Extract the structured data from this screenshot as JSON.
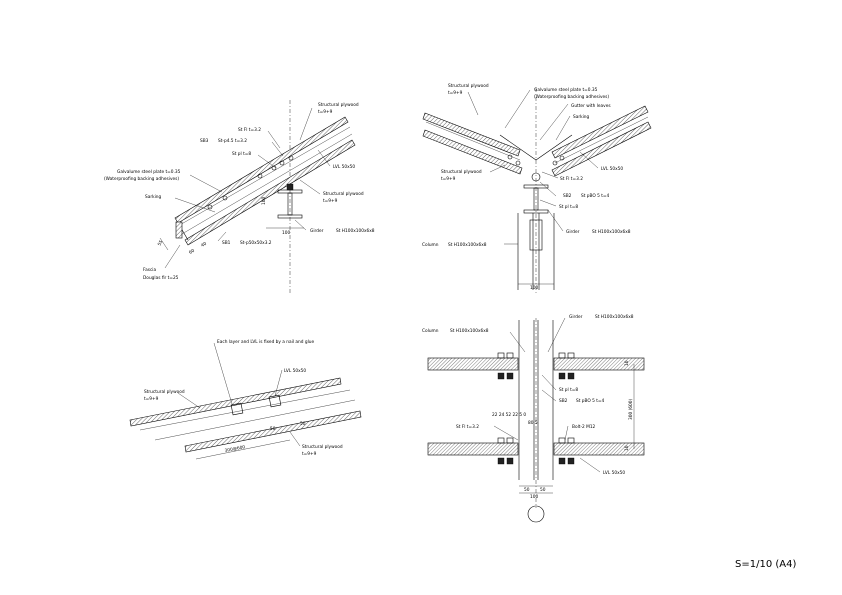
{
  "scale_note": "S=1/10 (A4)",
  "detail_a": {
    "labels": {
      "structural_plywood_top": "Structural plywood",
      "structural_plywood_top_t": "t=9+9",
      "sb3": "SB3",
      "sb3_spec": "St-p4.5 t=3.2",
      "st_fl": "St Fl t=3.2",
      "st_pl": "St pl t=8",
      "lvl": "LVL 50x50",
      "galvalume": "Galvalume steel plate t=0.35",
      "waterproof": "(Waterproofing backing adhesives)",
      "sarking": "Sarking",
      "structural_plywood_bottom": "Structural plywood",
      "structural_plywood_bottom_t": "t=9+9",
      "girder": "Girder",
      "girder_spec": "St H100x100x6x8",
      "sb1": "SB1",
      "sb1_spec": "St-p50x50x3.2",
      "fascia": "Fascia",
      "fascia_spec": "Douglas fir t=25"
    },
    "dims": {
      "d100": "100",
      "d55": "55",
      "d60": "60",
      "d40": "40"
    }
  },
  "detail_b": {
    "labels": {
      "structural_plywood_top": "Structural plywood",
      "structural_plywood_top_t": "t=9+9",
      "galvalume": "Galvalume steel plate t=0.35",
      "waterproof": "(Waterproofing backing adhesives)",
      "gutter": "Gutter with leaves",
      "sarking": "Sarking",
      "lvl": "LVL 50x50",
      "st_fl": "St Fl t=3.2",
      "structural_plywood_bottom": "Structural plywood",
      "structural_plywood_bottom_t": "t=9+9",
      "sb2": "SB2",
      "sb2_spec": "St pBO 5 t=4",
      "st_pl": "St pl t=8",
      "girder": "Girder",
      "girder_spec": "St H100x100x6x8",
      "column": "Column",
      "column_spec": "St H100x100x6x8"
    },
    "dims": {
      "d100": "100"
    }
  },
  "detail_c": {
    "labels": {
      "note": "Each layer and LVL is fixed by a nail and glue",
      "lvl": "LVL 50x50",
      "structural_plywood_top": "Structural plywood",
      "structural_plywood_top_t": "t=9+9",
      "structural_plywood_bottom": "Structural plywood",
      "structural_plywood_bottom_t": "t=9+9"
    },
    "dims": {
      "span": "300@600",
      "d50a": "50",
      "d50b": "50"
    }
  },
  "detail_d": {
    "labels": {
      "column": "Column",
      "column_spec": "St H100x100x6x8",
      "girder": "Girder",
      "girder_spec": "St H100x100x6x8",
      "st_pl": "St pl t=8",
      "sb2": "SB2",
      "sb2_spec": "St pBO 5 t=4",
      "st_fl": "St Fl t=3.2",
      "bolt": "Bolt-2 M12",
      "lvl": "LVL 50x50"
    },
    "dims": {
      "d300": "300 (600)",
      "d_row": "22 24 52 22 5 0",
      "d805": "80 5",
      "d50a": "50",
      "d50b": "50",
      "d100": "100",
      "d10a": "10",
      "d10b": "10"
    }
  }
}
